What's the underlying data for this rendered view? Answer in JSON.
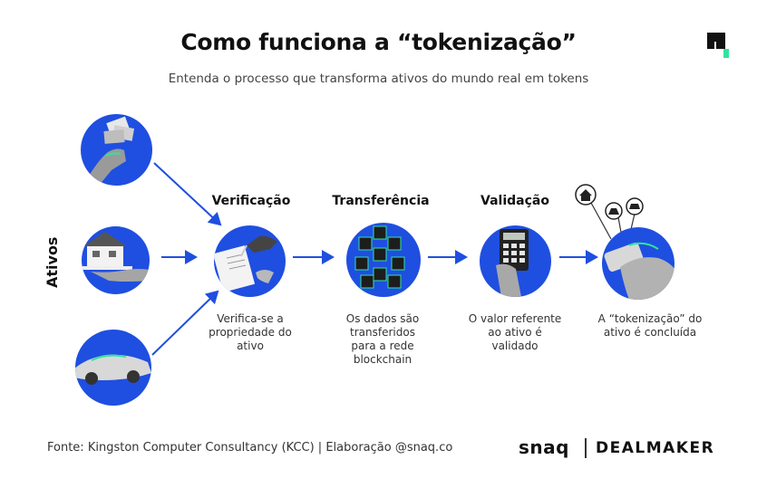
{
  "header": {
    "title": "Como funciona a “tokenização”",
    "subtitle": "Entenda o processo que transforma ativos do mundo real em tokens"
  },
  "assets": {
    "label": "Ativos",
    "items": [
      {
        "icon": "money-in-hand-icon"
      },
      {
        "icon": "house-on-hand-icon"
      },
      {
        "icon": "sports-car-icon"
      }
    ]
  },
  "steps": [
    {
      "title": "Verificação",
      "description": "Verifica-se a propriedade do ativo",
      "icon": "document-signing-icon"
    },
    {
      "title": "Transferência",
      "description": "Os dados são transferidos para a rede blockchain",
      "icon": "blockchain-cubes-icon"
    },
    {
      "title": "Validação",
      "description": "O valor referente ao ativo é validado",
      "icon": "calculator-icon"
    },
    {
      "title": "",
      "description": "A “tokenização” do ativo é concluída",
      "icon": "phone-tokens-icon"
    }
  ],
  "footer": {
    "source": "Fonte: Kingston Computer Consultancy (KCC) | Elaboração @snaq.co",
    "brand_left": "snaq",
    "brand_right": "DEALMAKER"
  },
  "colors": {
    "accent_blue": "#1f4fe0",
    "accent_green": "#2ee59d",
    "arrow": "#1f4fe0"
  }
}
